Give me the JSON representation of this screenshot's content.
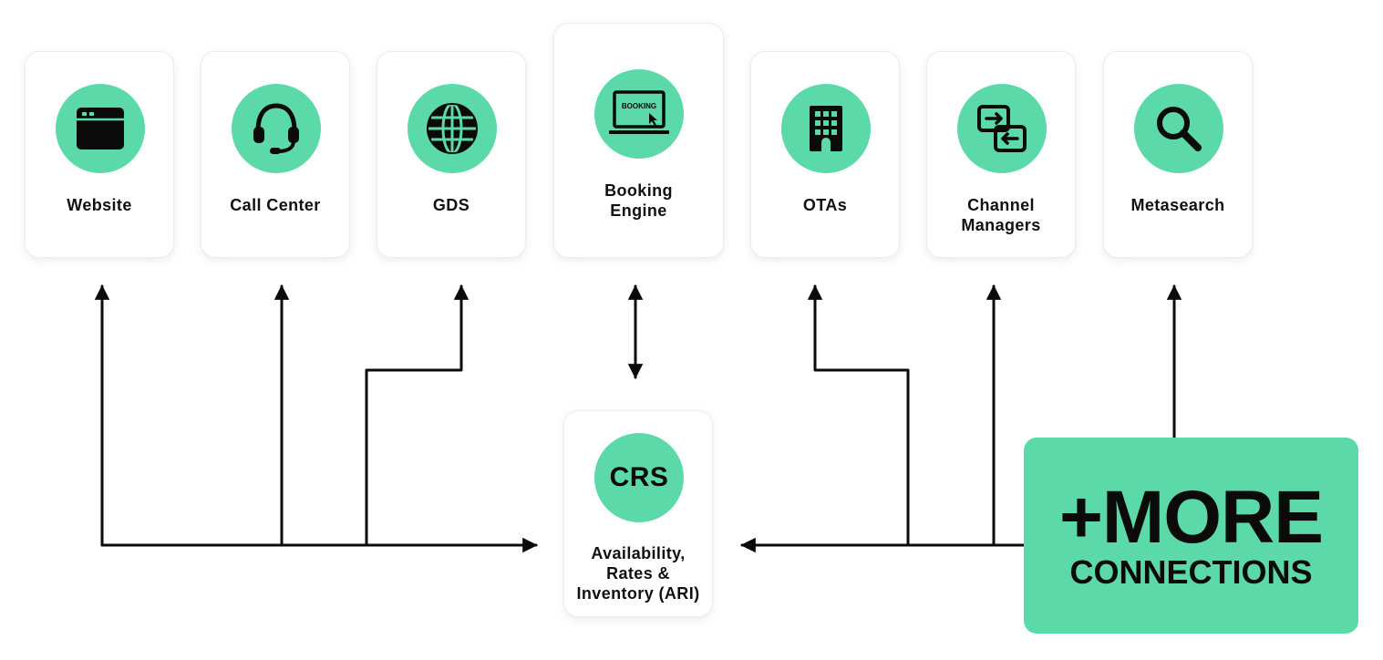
{
  "colors": {
    "accent": "#5cd9a8",
    "ink": "#0b0b0b",
    "card": "#ffffff"
  },
  "channels": [
    {
      "id": "website",
      "label": "Website",
      "icon": "browser-window-icon"
    },
    {
      "id": "call-center",
      "label": "Call Center",
      "icon": "headset-icon"
    },
    {
      "id": "gds",
      "label": "GDS",
      "icon": "globe-icon"
    },
    {
      "id": "booking-engine",
      "label": "Booking\nEngine",
      "icon": "booking-laptop-icon",
      "icon_text": "BOOKING"
    },
    {
      "id": "otas",
      "label": "OTAs",
      "icon": "building-icon"
    },
    {
      "id": "channel-managers",
      "label": "Channel\nManagers",
      "icon": "exchange-icon"
    },
    {
      "id": "metasearch",
      "label": "Metasearch",
      "icon": "search-icon"
    }
  ],
  "crs": {
    "badge": "CRS",
    "label": "Availability,\nRates &\nInventory (ARI)"
  },
  "more": {
    "big": "+MORE",
    "small": "CONNECTIONS"
  }
}
